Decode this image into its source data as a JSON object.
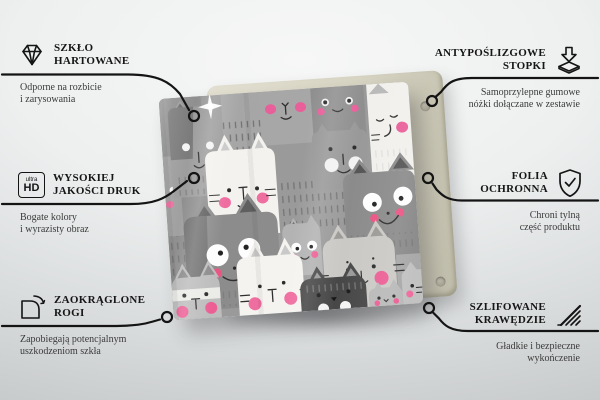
{
  "product": {
    "type": "glass-board",
    "pattern": "cartoon-cats",
    "colors": {
      "accent_pink": "#e95f9a",
      "backing_beige": "#d8d5c4",
      "glass_gray": "#9a9a9a",
      "line": "#141414",
      "background": "#eef0f0"
    }
  },
  "callouts": {
    "left": [
      {
        "id": "tempered-glass",
        "icon": "diamond-icon",
        "title_line1": "SZKŁO",
        "title_line2": "HARTOWANE",
        "desc_line1": "Odporne na rozbicie",
        "desc_line2": "i zarysowania"
      },
      {
        "id": "high-quality-print",
        "icon": "ultra-hd-icon",
        "icon_text_top": "ultra",
        "icon_text_bottom": "HD",
        "title_line1": "WYSOKIEJ",
        "title_line2": "JAKOŚCI DRUK",
        "desc_line1": "Bogate kolory",
        "desc_line2": "i wyrazisty obraz"
      },
      {
        "id": "rounded-corners",
        "icon": "rounded-corner-icon",
        "title_line1": "ZAOKRĄGLONE",
        "title_line2": "ROGI",
        "desc_line1": "Zapobiegają potencjalnym",
        "desc_line2": "uszkodzeniom szkła"
      }
    ],
    "right": [
      {
        "id": "anti-slip-feet",
        "icon": "anti-slip-feet-icon",
        "title_line1": "ANTYPOŚLIZGOWE",
        "title_line2": "STOPKI",
        "desc_line1": "Samoprzylepne gumowe",
        "desc_line2": "nóżki dołączane w zestawie"
      },
      {
        "id": "protective-film",
        "icon": "shield-check-icon",
        "title_line1": "FOLIA",
        "title_line2": "OCHRONNA",
        "desc_line1": "Chroni tylną",
        "desc_line2": "część produktu"
      },
      {
        "id": "polished-edges",
        "icon": "polished-edges-icon",
        "title_line1": "SZLIFOWANE",
        "title_line2": "KRAWĘDZIE",
        "desc_line1": "Gładkie i bezpieczne",
        "desc_line2": "wykończenie"
      }
    ]
  }
}
